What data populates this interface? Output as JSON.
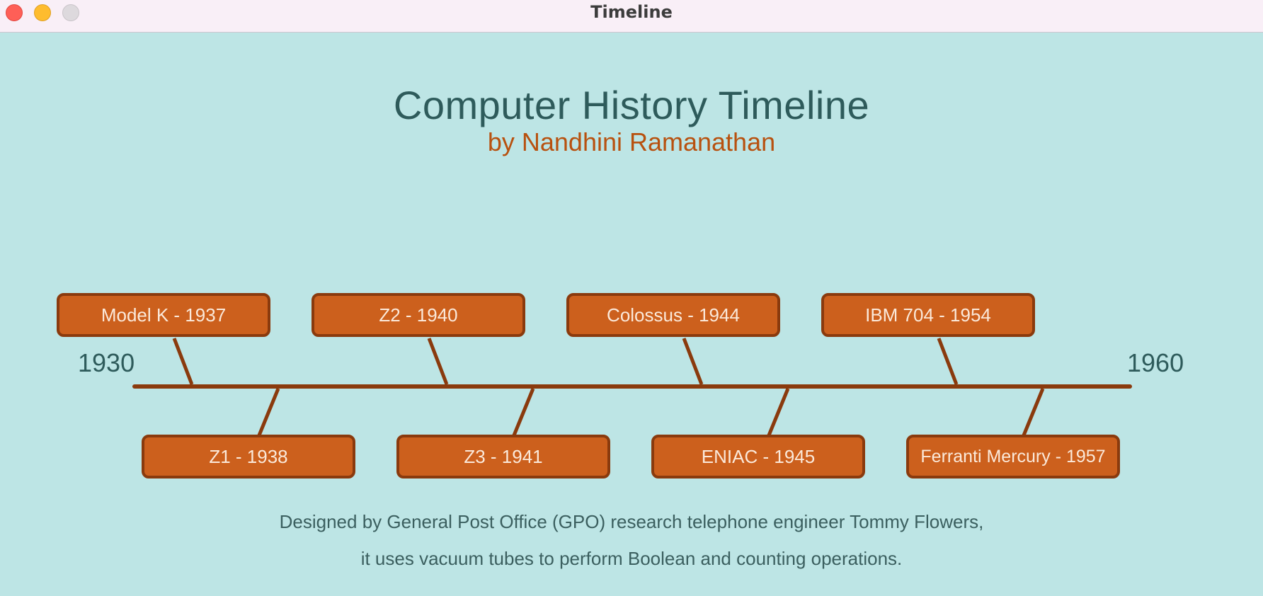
{
  "window": {
    "title": "Timeline"
  },
  "header": {
    "title": "Computer History Timeline",
    "subtitle": "by Nandhini Ramanathan"
  },
  "timeline": {
    "start_year": "1930",
    "end_year": "1960",
    "events_top": [
      {
        "label": "Model K - 1937"
      },
      {
        "label": "Z2 - 1940"
      },
      {
        "label": "Colossus - 1944"
      },
      {
        "label": "IBM 704 - 1954"
      }
    ],
    "events_bottom": [
      {
        "label": "Z1 - 1938"
      },
      {
        "label": "Z3 - 1941"
      },
      {
        "label": "ENIAC - 1945"
      },
      {
        "label": "Ferranti Mercury - 1957"
      }
    ]
  },
  "description": {
    "line1": "Designed by General Post Office (GPO) research telephone engineer Tommy Flowers,",
    "line2": "it uses vacuum tubes to perform Boolean and counting operations."
  },
  "colors": {
    "background": "#bde5e5",
    "event_fill": "#cc601d",
    "event_border": "#8a3a0d",
    "axis": "#8a3a0d",
    "title": "#2e5b5b",
    "subtitle": "#b8510f"
  }
}
